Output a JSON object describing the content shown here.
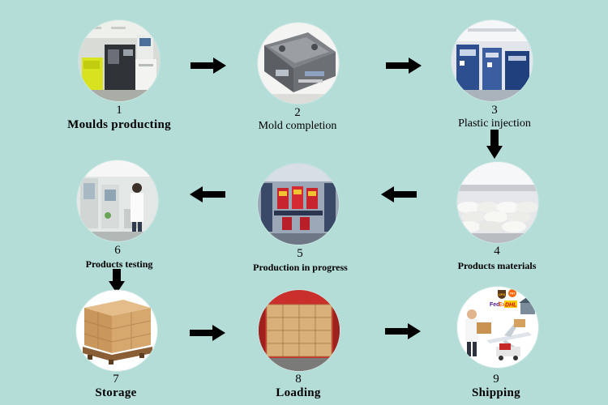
{
  "steps": [
    {
      "number": "1",
      "label": "Moulds producting"
    },
    {
      "number": "2",
      "label": "Mold completion"
    },
    {
      "number": "3",
      "label": "Plastic injection"
    },
    {
      "number": "4",
      "label": "Products materials"
    },
    {
      "number": "5",
      "label": "Production in progress"
    },
    {
      "number": "6",
      "label": "Products testing"
    },
    {
      "number": "7",
      "label": "Storage"
    },
    {
      "number": "8",
      "label": "Loading"
    },
    {
      "number": "9",
      "label": "Shipping"
    }
  ],
  "shipping_logos": {
    "fedex_a": "Fed",
    "fedex_b": "Ex",
    "dhl": "DHL",
    "ups": "UPS",
    "tnt": "TNT"
  },
  "colors": {
    "background": "#b4ddd8",
    "arrow": "#000000",
    "text": "#000000"
  }
}
